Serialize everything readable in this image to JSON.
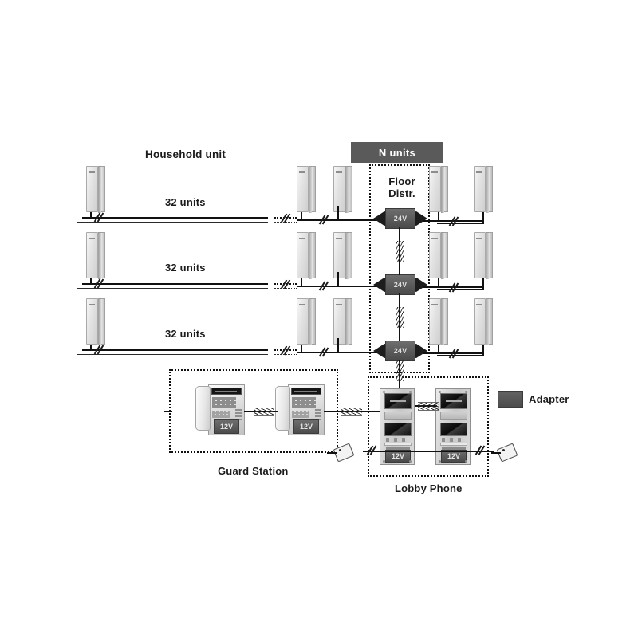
{
  "diagram": {
    "title": "Multi-unit intercom riser diagram",
    "colors": {
      "wire": "#111111",
      "banner_bg": "#5a5a5a",
      "banner_text": "#ffffff",
      "adapter_block": "#4b4b4b",
      "label_text": "#1b1b1b",
      "device_body": "#dcdcdc"
    }
  },
  "labels": {
    "household_unit": "Household unit",
    "n_units_banner": "N units",
    "floor_distr_line1": "Floor",
    "floor_distr_line2": "Distr.",
    "guard_station": "Guard Station",
    "lobby_phone": "Lobby Phone",
    "adapter": "Adapter"
  },
  "bus_rows": [
    {
      "id": "row-1",
      "units_label": "32 units"
    },
    {
      "id": "row-2",
      "units_label": "32 units"
    },
    {
      "id": "row-3",
      "units_label": "32 units"
    }
  ],
  "distributors": [
    {
      "id": "distr-1",
      "voltage_label": "24V"
    },
    {
      "id": "distr-2",
      "voltage_label": "24V"
    },
    {
      "id": "distr-3",
      "voltage_label": "24V"
    }
  ],
  "guard_station": {
    "caption": "Guard Station",
    "phones": [
      {
        "id": "guard-phone-1",
        "adapter_label": "12V"
      },
      {
        "id": "guard-phone-2",
        "adapter_label": "12V"
      }
    ]
  },
  "lobby_phone": {
    "caption": "Lobby Phone",
    "panels": [
      {
        "id": "lobby-panel-1",
        "adapter_label": "12V"
      },
      {
        "id": "lobby-panel-2",
        "adapter_label": "12V"
      }
    ]
  },
  "legend": {
    "adapter_label": "Adapter"
  },
  "icons": {
    "handset": "wall-intercom-handset-icon",
    "distributor": "floor-distributor-icon",
    "plug": "cable-plug-icon",
    "coil": "cable-coil-marker-icon",
    "slash": "cable-break-slash-icon"
  }
}
